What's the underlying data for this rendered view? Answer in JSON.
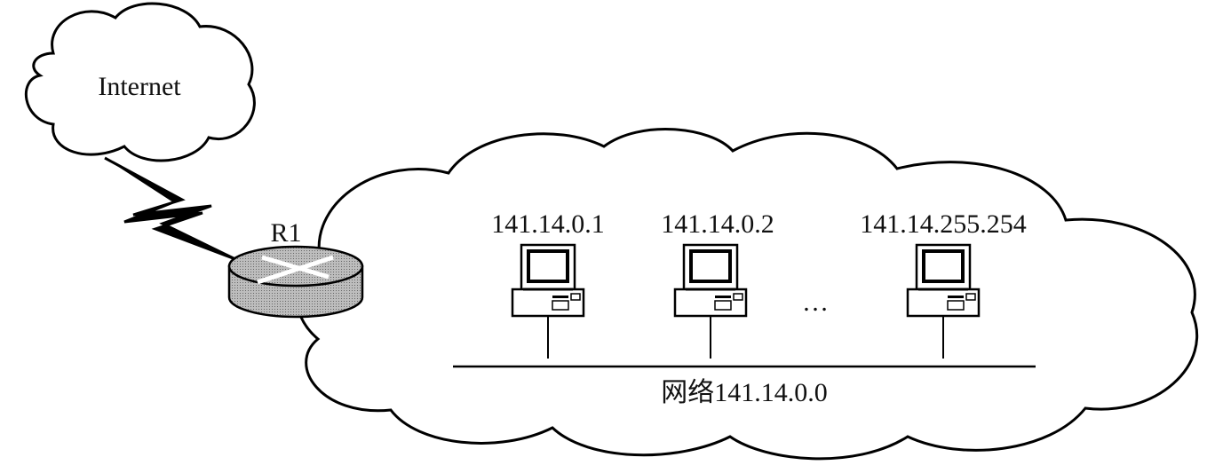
{
  "internet_cloud": {
    "label": "Internet"
  },
  "router": {
    "label": "R1"
  },
  "hosts": [
    {
      "ip": "141.14.0.1"
    },
    {
      "ip": "141.14.0.2"
    },
    {
      "ip": "141.14.255.254"
    }
  ],
  "ellipsis": "…",
  "network": {
    "label": "网络141.14.0.0"
  },
  "colors": {
    "stroke": "#000000",
    "router_fill": "#a8a8a8",
    "background": "#ffffff"
  }
}
